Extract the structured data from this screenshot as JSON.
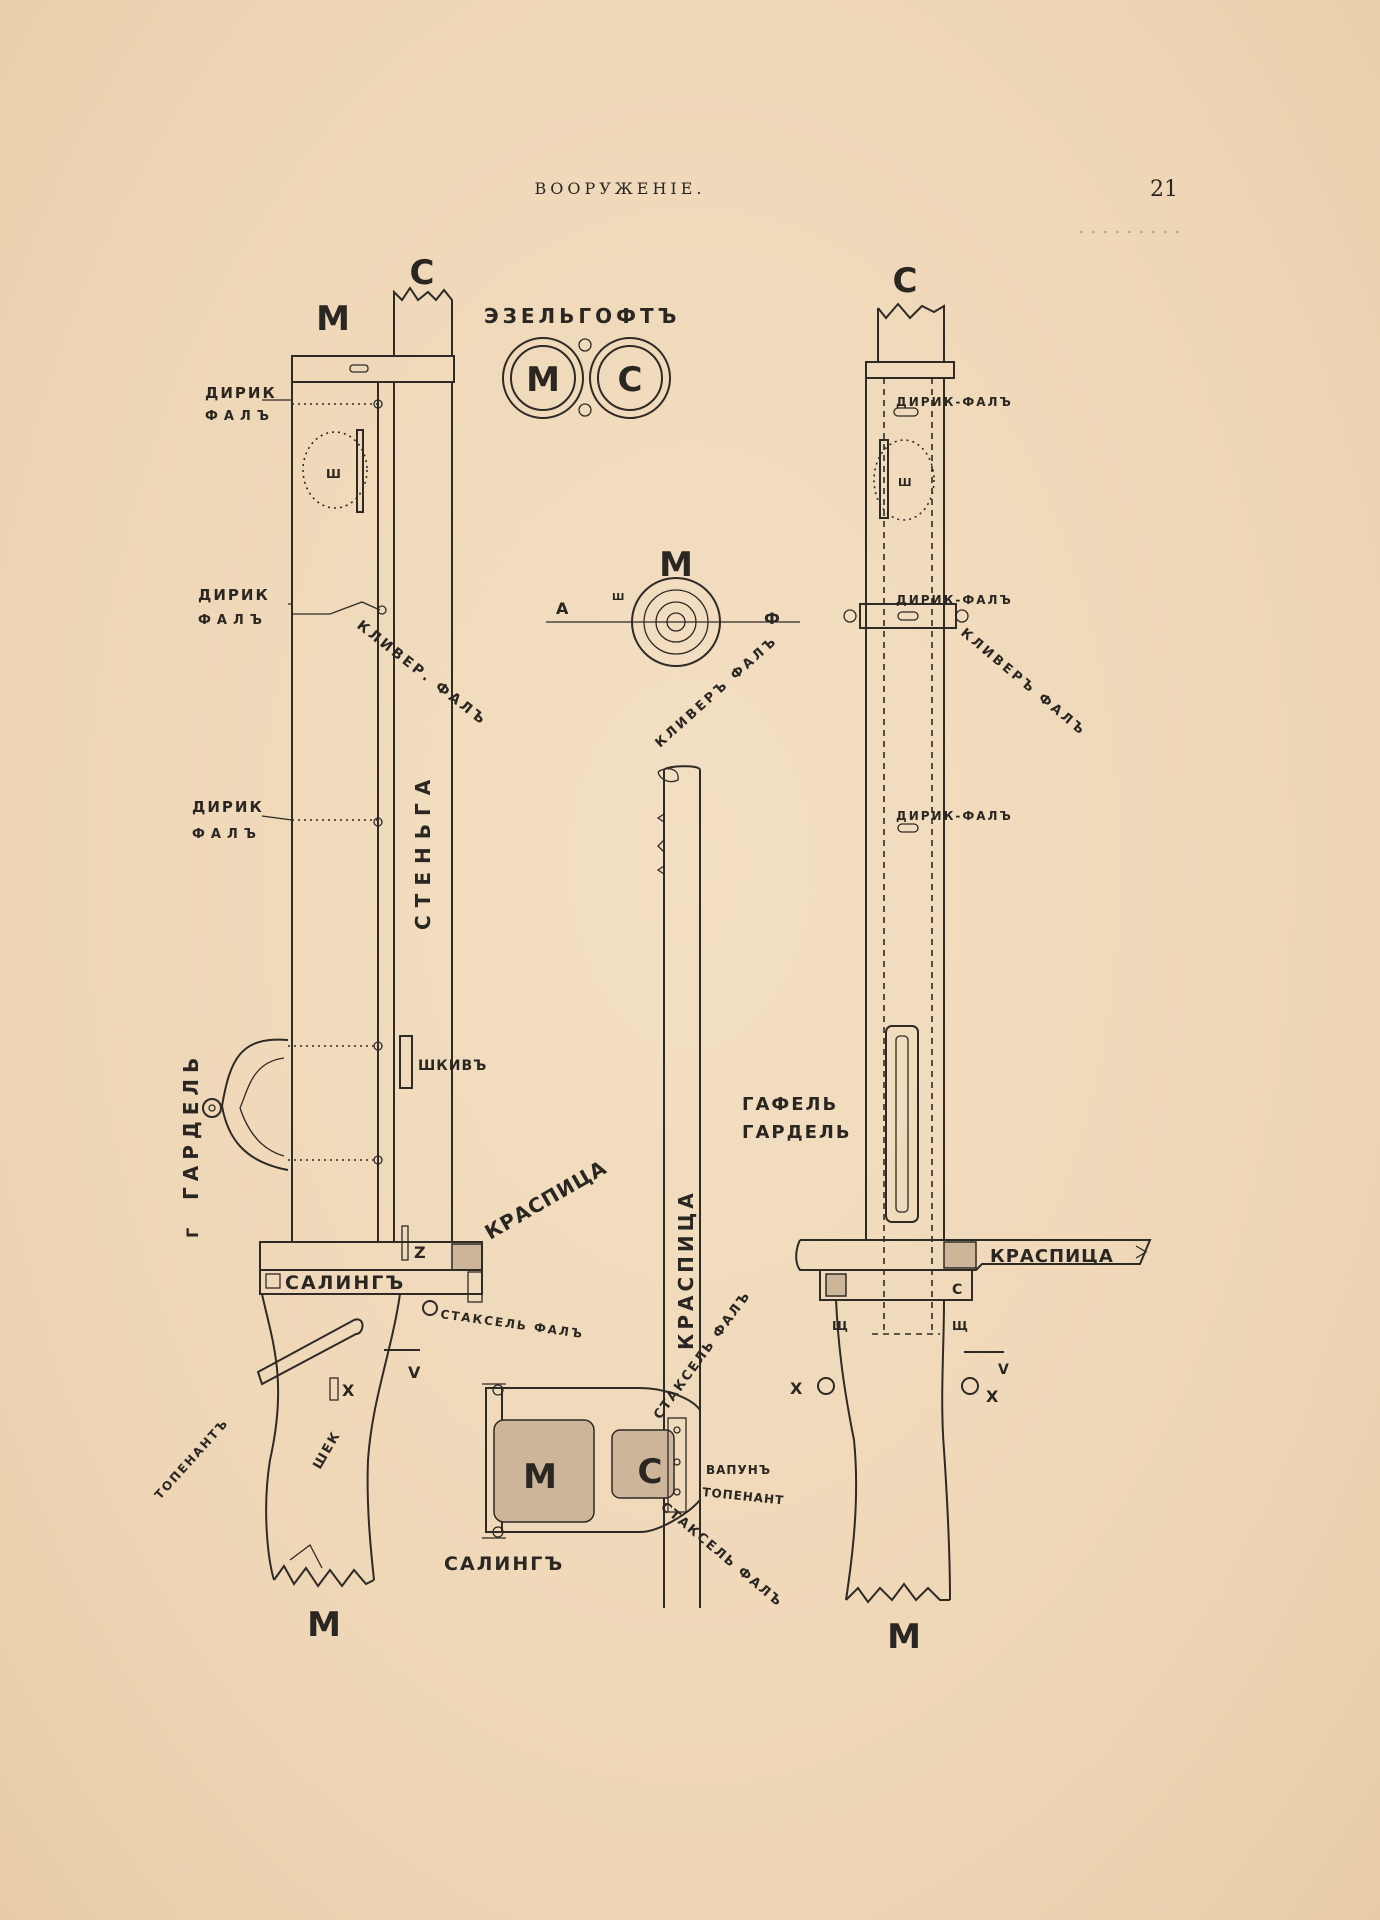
{
  "header": {
    "title": "ВООРУЖЕНІЕ.",
    "page_number": "21"
  },
  "labels": {
    "m": "М",
    "s": "С",
    "eselgoft": "ЭЗЕЛЬГОФТЪ",
    "dirik": "ДИРИК",
    "fal": "ФАЛЪ",
    "sh": "Ш",
    "kliver_fal_left": "КЛИВЕР. ФАЛЪ",
    "stenga": "СТЕНЬГА",
    "shkiv": "ШКИВЪ",
    "gardel": "ГАРДЕЛЬ",
    "g": "Г",
    "z": "Z",
    "v": "V",
    "x": "X",
    "shch": "Щ",
    "krasplitsa": "КРАСПИЦА",
    "saling": "САЛИНГЪ",
    "staksel_fal": "СТАКСЕЛЬ ФАЛЪ",
    "topenant": "ТОПЕНАНТЪ",
    "shek": "ШЕК",
    "a": "А",
    "f": "Ф",
    "kliver_fal": "КЛИВЕРЪ ФАЛЪ",
    "dirik_fal": "ДИРИК-ФАЛЪ",
    "staksel_fal_right": "СТАКСЕЛЬ ФАЛЪ",
    "shtanga_fal": "СТАКСЕЛЬ ФАЛЪ",
    "bapuns": "ВАПУНЪ",
    "topenant_right": "ТОПЕНАНТ",
    "gafel": "ГАФЕЛЬ",
    "gafel_gardel": "ГАРДЕЛЬ",
    "kliver_fal_right": "КЛИВЕРЪ ФАЛЪ"
  }
}
